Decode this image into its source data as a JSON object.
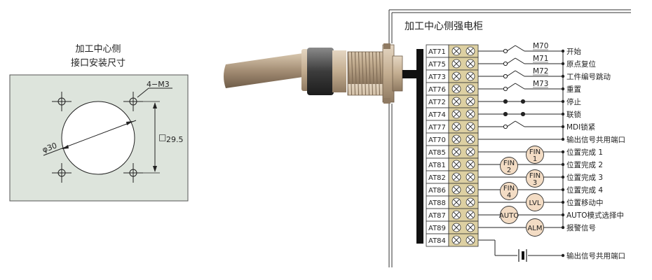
{
  "left_panel": {
    "title_line1": "加工中心侧",
    "title_line2": "接口安装尺寸",
    "hole_label": "4−M3",
    "diameter_label": "φ30",
    "size_symbol": "□",
    "size_value": "29.5"
  },
  "right_panel": {
    "title": "加工中心侧强电柜",
    "terminals": [
      "AT71",
      "AT75",
      "AT73",
      "AT76",
      "AT72",
      "AT74",
      "AT77",
      "AT70",
      "AT85",
      "AT81",
      "AT82",
      "AT86",
      "AT88",
      "AT87",
      "AT89",
      "AT84"
    ],
    "switch_labels": [
      "M70",
      "M71",
      "M72",
      "M73"
    ],
    "signal_labels": [
      "开始",
      "原点复位",
      "工件编号跳动",
      "重置",
      "停止",
      "联锁",
      "MDI锁紧",
      "输出信号共用端口",
      "位置完成 1",
      "位置完成 2",
      "位置完成 3",
      "位置完成 4",
      "位置移动中",
      "AUTO模式选择中",
      "报警信号",
      "输出信号共用端口"
    ],
    "output_devices": [
      {
        "line1": "FIN",
        "line2": "1"
      },
      {
        "line1": "FIN",
        "line2": "2"
      },
      {
        "line1": "FIN",
        "line2": "3"
      },
      {
        "line1": "FIN",
        "line2": "4"
      },
      {
        "line1": "LVL",
        "line2": ""
      },
      {
        "line1": "AUTO",
        "line2": ""
      },
      {
        "line1": "ALM",
        "line2": ""
      }
    ]
  }
}
